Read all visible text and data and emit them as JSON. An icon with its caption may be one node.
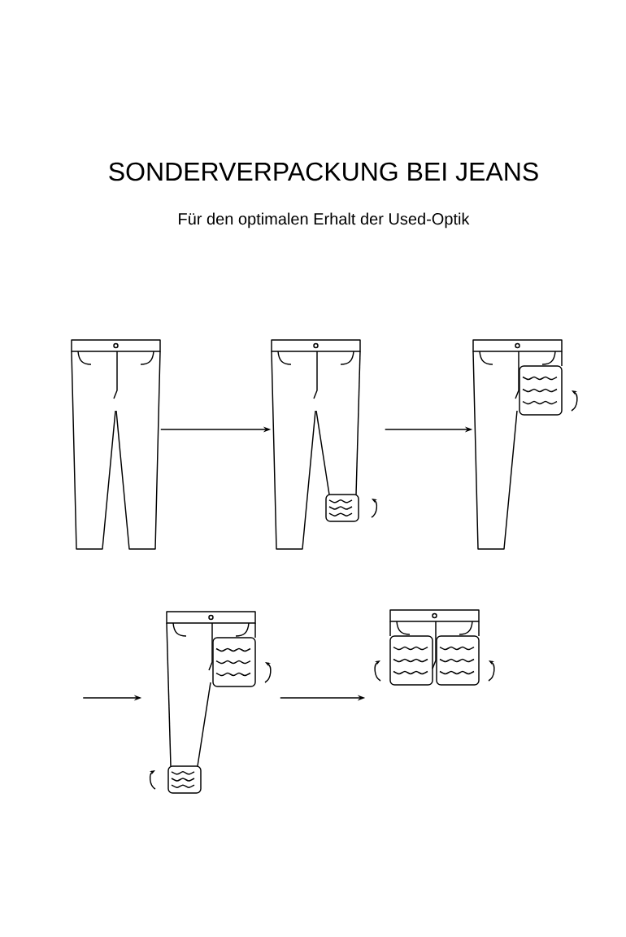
{
  "diagram": {
    "title": "SONDERVERPACKUNG BEI JEANS",
    "caption": "Für den optimalen Erhalt der Used-Optik",
    "nodes": [
      {
        "text": [],
        "shape": "picture"
      },
      {
        "text": [],
        "shape": "picture"
      },
      {
        "text": [],
        "shape": "picture"
      },
      {
        "text": [],
        "shape": "picture"
      },
      {
        "text": [],
        "shape": "picture"
      }
    ],
    "edges": [
      {
        "from": 0,
        "to": 1,
        "arrow": "to"
      },
      {
        "from": 1,
        "to": 2,
        "arrow": "to"
      },
      {
        "from": null,
        "to": 3,
        "arrow": "to"
      },
      {
        "from": 3,
        "to": 4,
        "arrow": "to"
      }
    ]
  }
}
